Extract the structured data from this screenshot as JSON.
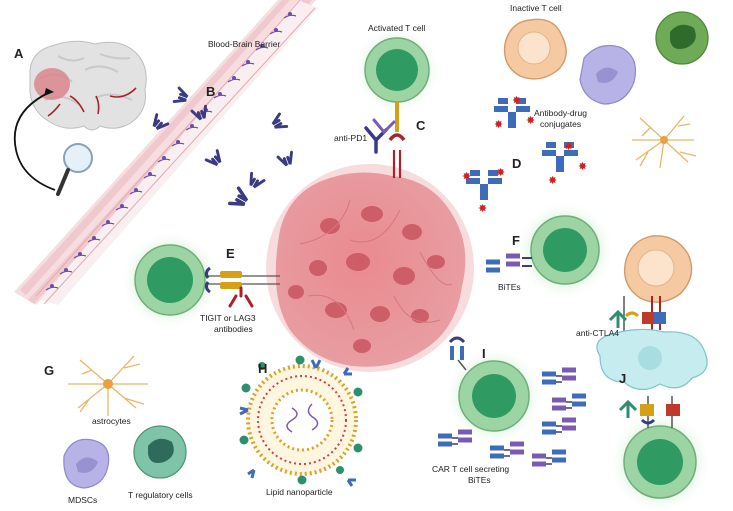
{
  "panels": {
    "a": "A",
    "b": "B",
    "c": "C",
    "d": "D",
    "e": "E",
    "f": "F",
    "g": "G",
    "h": "H",
    "i": "I",
    "j": "J"
  },
  "labels": {
    "bbb": "Blood-Brain Barrier",
    "activated_t_cell": "Activated T cell",
    "inactive_t_cell": "Inactive T cell",
    "anti_pd1": "anti-PD1",
    "adc_line1": "Antibody-drug",
    "adc_line2": "conjugates",
    "tigit_line1": "TIGIT or LAG3",
    "tigit_line2": "antibodies",
    "bites": "BiTEs",
    "anti_ctla4": "anti-CTLA4",
    "astrocytes": "astrocytes",
    "mdscs": "MDSCs",
    "tregs": "T regulatory cells",
    "lnp": "Lipid nanoparticle",
    "car_line1": "CAR T cell secreting",
    "car_line2": "BiTEs"
  },
  "colors": {
    "t_cell": "#9cd4a4",
    "t_cell_nucleus": "#2f9a62",
    "glow": "#c8ecc8",
    "tumor": "#e9898e",
    "tumor_light": "#f4b9bc",
    "antibody_dark": "#3a3a85",
    "antibody_purple": "#7a5bb3",
    "antibody_blue": "#3f6cb8",
    "drug_star": "#cc2222",
    "vessel_wall": "#e6a8b0",
    "pericyte": "#6b4fa6",
    "inactive_t_cell": "#f5c9a2",
    "mdsc": "#b7b3e6",
    "treg": "#7fc4a8",
    "lnp_bead": "#e0a020",
    "lnp_green": "#2e8f6e",
    "astrocyte": "#e8b66a"
  }
}
